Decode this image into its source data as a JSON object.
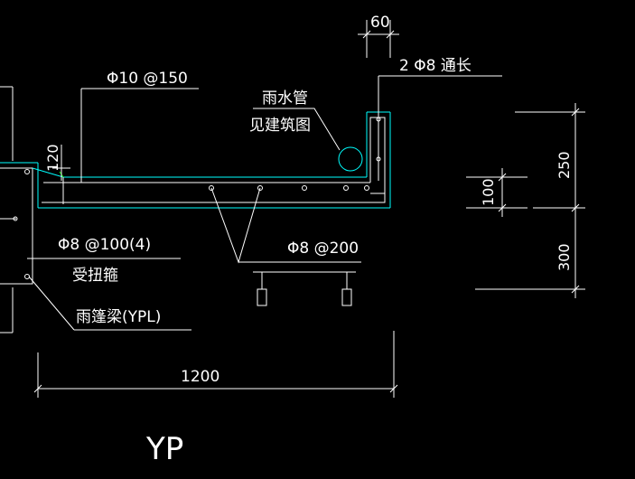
{
  "drawing": {
    "title": "YP",
    "colors": {
      "background": "#000000",
      "line": "#ffffff",
      "concrete": "#00ffff",
      "stirrup": "#00ff00"
    },
    "labels": {
      "bar_top": "Φ10 @150",
      "pipe_line1": "雨水管",
      "pipe_line2": "见建筑图",
      "through_bar": "2 Φ8 通长",
      "stirrup_spec": "Φ8 @100(4)",
      "torsion_bar": "受扭箍",
      "beam_name": "雨篷梁(YPL)",
      "dist_bar": "Φ8 @200"
    },
    "dimensions": {
      "top_width": "60",
      "slab_edge": "120",
      "span": "1200",
      "slab_thickness": "100",
      "upper_height": "250",
      "lower_height": "300"
    }
  }
}
